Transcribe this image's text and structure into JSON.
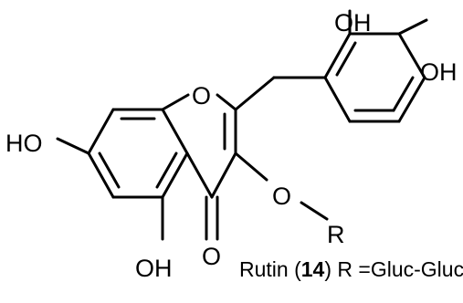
{
  "molecule": {
    "labels": {
      "oh_top": "OH",
      "oh_right": "OH",
      "ho_left": "HO",
      "ring_o": "O",
      "oh_bottom": "OH",
      "carbonyl_o": "O",
      "ether_o": "O",
      "r_group": "R"
    },
    "caption": {
      "name": "Rutin (",
      "number": "14",
      "rest": ") R =Gluc-Gluc"
    }
  },
  "colors": {
    "ink": "#000000",
    "background": "#ffffff"
  }
}
